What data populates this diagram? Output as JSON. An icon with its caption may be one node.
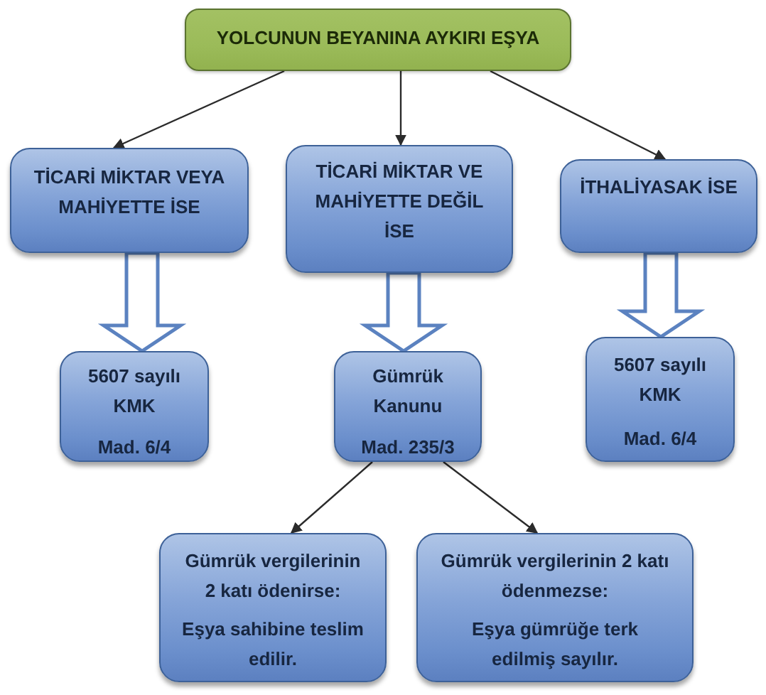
{
  "diagram": {
    "nodes": [
      {
        "text": [
          "YOLCUNUN BEYANINA AYKIRI EŞYA"
        ]
      },
      {
        "text": [
          "TİCARİ MİKTAR VEYA MAHİYETTE İSE"
        ]
      },
      {
        "text": [
          "TİCARİ MİKTAR VE MAHİYETTE DEĞİL İSE"
        ]
      },
      {
        "text": [
          "İTHALİYASAK İSE"
        ]
      },
      {
        "text": [
          "5607 sayılı KMK",
          "Mad. 6/4"
        ]
      },
      {
        "text": [
          "Gümrük Kanunu",
          "Mad. 235/3"
        ]
      },
      {
        "text": [
          "5607 sayılı KMK",
          "Mad. 6/4"
        ]
      },
      {
        "text": [
          "Gümrük vergilerinin 2 katı ödenirse:",
          "Eşya sahibine teslim edilir."
        ]
      },
      {
        "text": [
          "Gümrük vergilerinin 2 katı ödenmezse:",
          "Eşya gümrüğe terk edilmiş sayılır."
        ]
      }
    ],
    "edges": [
      {
        "from": 0,
        "to": 1,
        "arrow": "to"
      },
      {
        "from": 0,
        "to": 2,
        "arrow": "to"
      },
      {
        "from": 0,
        "to": 3,
        "arrow": "to"
      },
      {
        "from": 1,
        "to": 4,
        "arrow": "to",
        "style": "thick"
      },
      {
        "from": 2,
        "to": 5,
        "arrow": "to",
        "style": "thick"
      },
      {
        "from": 3,
        "to": 6,
        "arrow": "to",
        "style": "thick"
      },
      {
        "from": 5,
        "to": 7,
        "arrow": "to"
      },
      {
        "from": 5,
        "to": 8,
        "arrow": "to"
      }
    ]
  }
}
